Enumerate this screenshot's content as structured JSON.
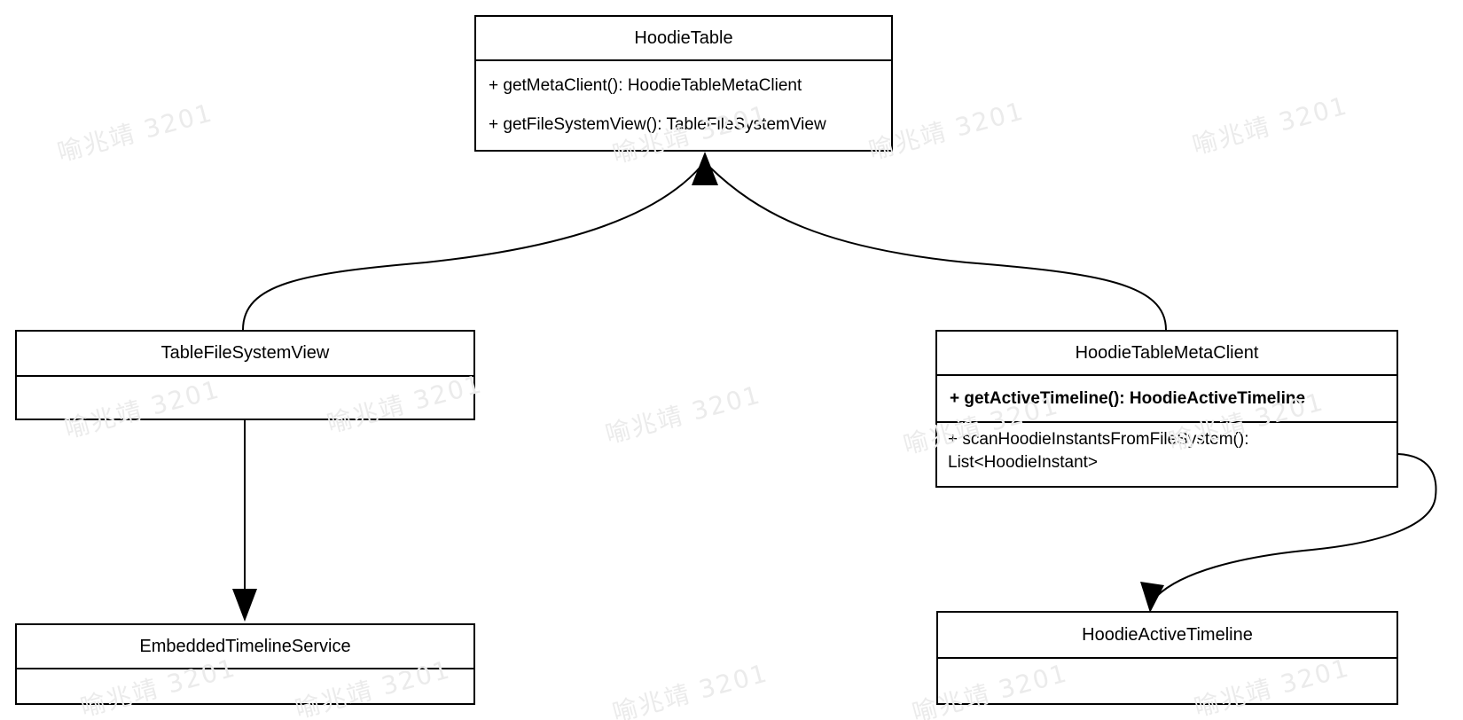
{
  "diagram": {
    "classes": [
      {
        "title": "HoodieTable",
        "sections": [
          {
            "lines": [
              "+ getMetaClient(): HoodieTableMetaClient",
              "+ getFileSystemView(): TableFileSystemView"
            ]
          }
        ]
      },
      {
        "title": "TableFileSystemView",
        "sections": [
          {
            "lines": []
          }
        ]
      },
      {
        "title": "HoodieTableMetaClient",
        "sections": [
          {
            "lines": [
              "+ getActiveTimeline(): HoodieActiveTimeline"
            ],
            "bold": true
          },
          {
            "lines": [
              "+ scanHoodieInstantsFromFileSystem(): List<HoodieInstant>"
            ]
          }
        ]
      },
      {
        "title": "EmbeddedTimelineService",
        "sections": [
          {
            "lines": []
          }
        ]
      },
      {
        "title": "HoodieActiveTimeline",
        "sections": [
          {
            "lines": []
          }
        ]
      }
    ],
    "relations": [
      {
        "from": "TableFileSystemView",
        "to": "HoodieTable",
        "type": "arrow"
      },
      {
        "from": "HoodieTableMetaClient",
        "to": "HoodieTable",
        "type": "arrow"
      },
      {
        "from": "TableFileSystemView",
        "to": "EmbeddedTimelineService",
        "type": "arrow"
      },
      {
        "from": "HoodieTableMetaClient",
        "to": "HoodieActiveTimeline",
        "type": "arrow"
      }
    ],
    "watermark": {
      "text": "喻兆靖 3201",
      "color": "#ebebeb"
    },
    "colors": {
      "line": "#000000",
      "background": "#ffffff",
      "text": "#000000"
    }
  }
}
